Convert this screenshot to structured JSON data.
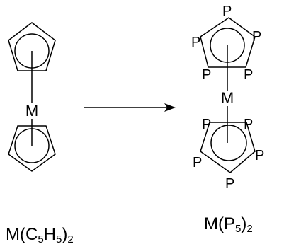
{
  "metal_label": "M",
  "phosphorus_label": "P",
  "reactant": {
    "formula_parts": [
      {
        "text": "M(C",
        "sub": false
      },
      {
        "text": "5",
        "sub": true
      },
      {
        "text": "H",
        "sub": false
      },
      {
        "text": "5",
        "sub": true
      },
      {
        "text": ")",
        "sub": false
      },
      {
        "text": "2",
        "sub": true
      }
    ]
  },
  "product": {
    "formula_parts": [
      {
        "text": "M(P",
        "sub": false
      },
      {
        "text": "5",
        "sub": true
      },
      {
        "text": ")",
        "sub": false
      },
      {
        "text": "2",
        "sub": true
      }
    ]
  },
  "colors": {
    "stroke": "#000000",
    "background": "#ffffff"
  }
}
